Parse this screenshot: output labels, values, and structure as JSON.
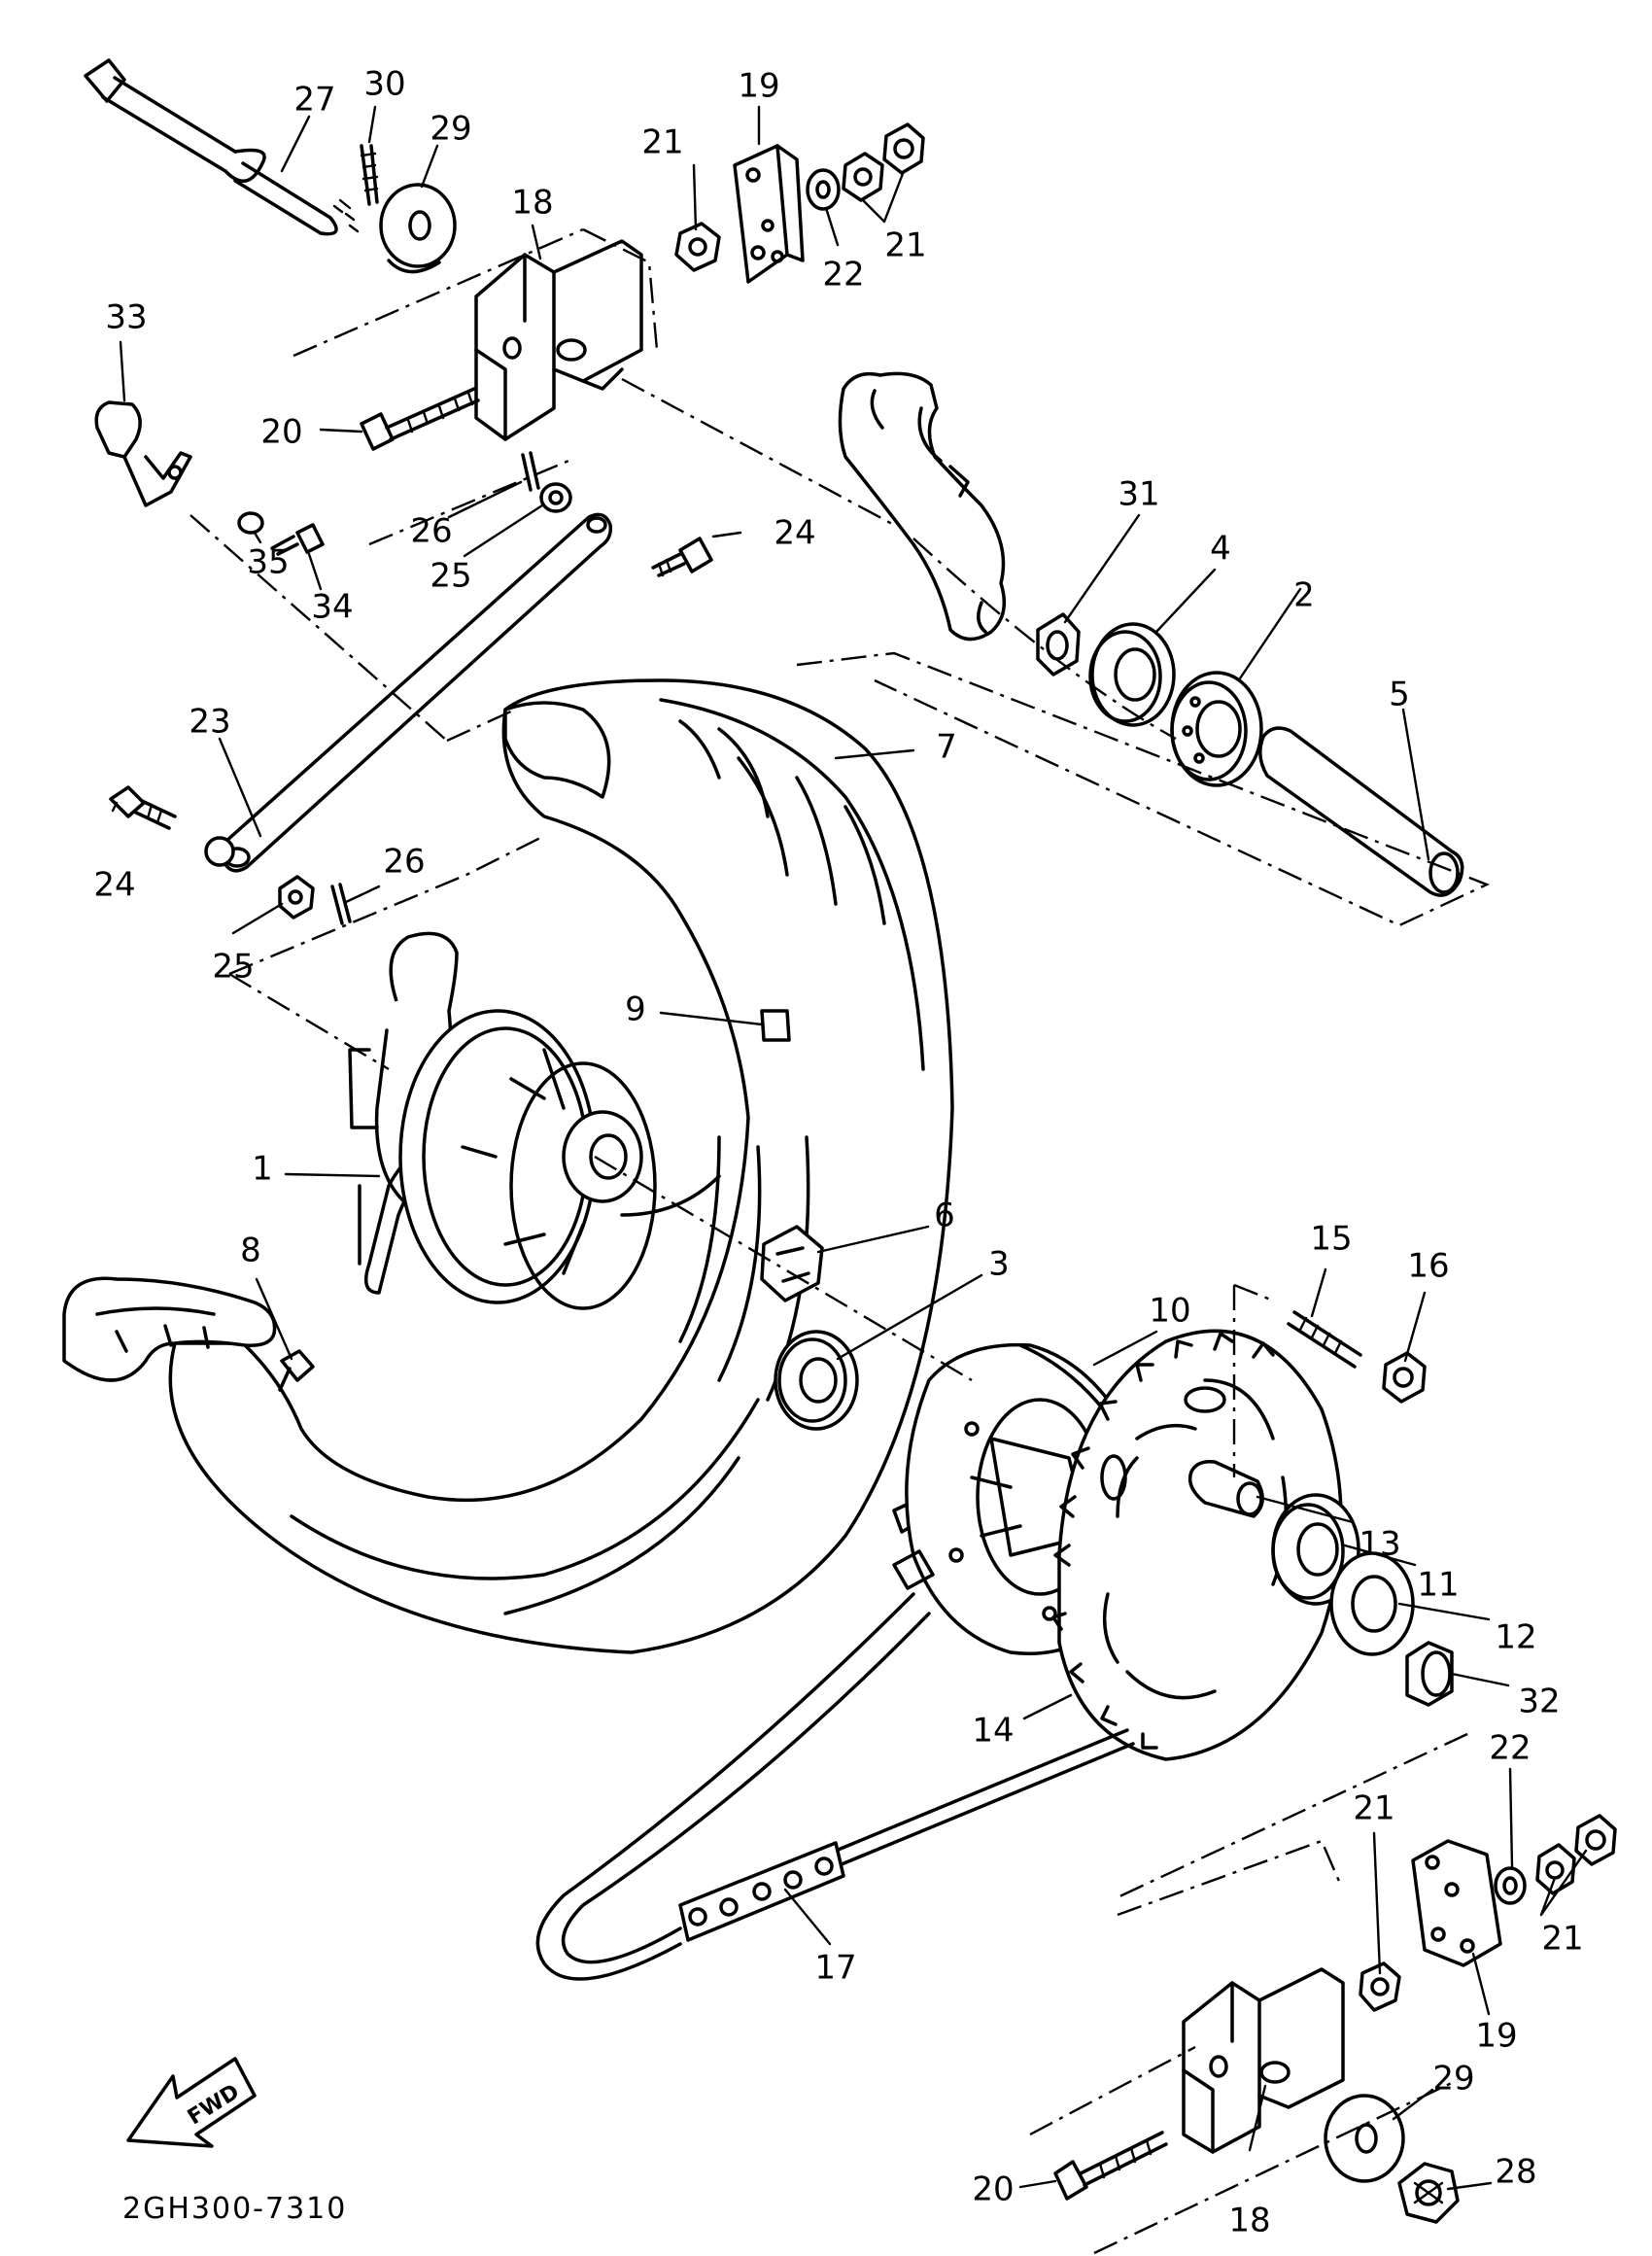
{
  "diagram": {
    "code": "2GH300-7310",
    "forward_arrow_label": "FWD",
    "callouts": [
      {
        "id": "27",
        "text": "27"
      },
      {
        "id": "30",
        "text": "30"
      },
      {
        "id": "29a",
        "text": "29"
      },
      {
        "id": "19a",
        "text": "19"
      },
      {
        "id": "21a",
        "text": "21"
      },
      {
        "id": "18a",
        "text": "18"
      },
      {
        "id": "22a",
        "text": "22"
      },
      {
        "id": "21b",
        "text": "21"
      },
      {
        "id": "33",
        "text": "33"
      },
      {
        "id": "20a",
        "text": "20"
      },
      {
        "id": "26a",
        "text": "26"
      },
      {
        "id": "25a",
        "text": "25"
      },
      {
        "id": "24a",
        "text": "24"
      },
      {
        "id": "35",
        "text": "35"
      },
      {
        "id": "34",
        "text": "34"
      },
      {
        "id": "31",
        "text": "31"
      },
      {
        "id": "4",
        "text": "4"
      },
      {
        "id": "2",
        "text": "2"
      },
      {
        "id": "5",
        "text": "5"
      },
      {
        "id": "7",
        "text": "7"
      },
      {
        "id": "23",
        "text": "23"
      },
      {
        "id": "24b",
        "text": "24"
      },
      {
        "id": "26b",
        "text": "26"
      },
      {
        "id": "25b",
        "text": "25"
      },
      {
        "id": "9",
        "text": "9"
      },
      {
        "id": "1",
        "text": "1"
      },
      {
        "id": "6",
        "text": "6"
      },
      {
        "id": "8",
        "text": "8"
      },
      {
        "id": "3",
        "text": "3"
      },
      {
        "id": "15",
        "text": "15"
      },
      {
        "id": "16",
        "text": "16"
      },
      {
        "id": "10",
        "text": "10"
      },
      {
        "id": "13",
        "text": "13"
      },
      {
        "id": "11",
        "text": "11"
      },
      {
        "id": "12",
        "text": "12"
      },
      {
        "id": "14",
        "text": "14"
      },
      {
        "id": "32",
        "text": "32"
      },
      {
        "id": "22b",
        "text": "22"
      },
      {
        "id": "21c",
        "text": "21"
      },
      {
        "id": "21d",
        "text": "21"
      },
      {
        "id": "19b",
        "text": "19"
      },
      {
        "id": "17",
        "text": "17"
      },
      {
        "id": "29b",
        "text": "29"
      },
      {
        "id": "28",
        "text": "28"
      },
      {
        "id": "20b",
        "text": "20"
      },
      {
        "id": "18b",
        "text": "18"
      }
    ]
  }
}
